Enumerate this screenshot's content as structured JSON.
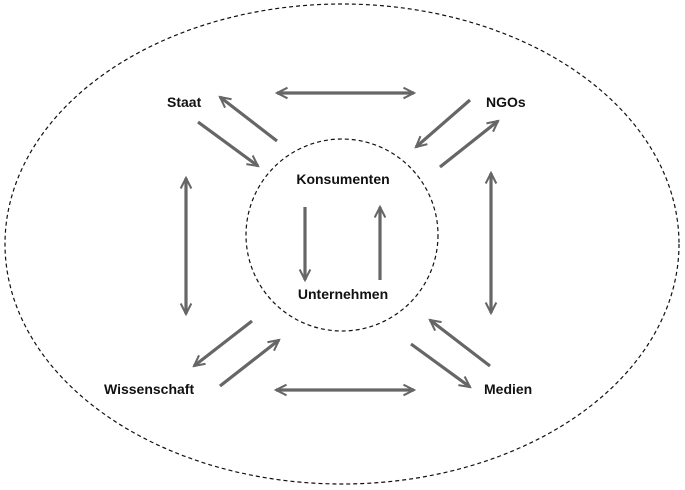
{
  "diagram": {
    "colors": {
      "ellipse_stroke": "#111111",
      "arrow": "#666666",
      "text": "#111111",
      "background": "#ffffff"
    },
    "nodes": {
      "staat": "Staat",
      "ngos": "NGOs",
      "konsumenten": "Konsumenten",
      "unternehmen": "Unternehmen",
      "wissenschaft": "Wissenschaft",
      "medien": "Medien"
    },
    "relations": [
      {
        "from": "Staat",
        "to": "NGOs",
        "direction": "both"
      },
      {
        "from": "Staat",
        "to": "Wissenschaft",
        "direction": "both"
      },
      {
        "from": "NGOs",
        "to": "Medien",
        "direction": "both"
      },
      {
        "from": "Wissenschaft",
        "to": "Medien",
        "direction": "both"
      },
      {
        "from": "Konsumenten",
        "to": "Unternehmen",
        "direction": "one-way"
      },
      {
        "from": "Unternehmen",
        "to": "Konsumenten",
        "direction": "one-way"
      },
      {
        "from": "Staat",
        "to": "Konsumenten",
        "direction": "one-way"
      },
      {
        "from": "Konsumenten",
        "to": "Staat",
        "direction": "one-way"
      },
      {
        "from": "NGOs",
        "to": "Konsumenten",
        "direction": "one-way"
      },
      {
        "from": "Konsumenten",
        "to": "NGOs",
        "direction": "one-way"
      },
      {
        "from": "Unternehmen",
        "to": "Wissenschaft",
        "direction": "one-way"
      },
      {
        "from": "Wissenschaft",
        "to": "Unternehmen",
        "direction": "one-way"
      },
      {
        "from": "Unternehmen",
        "to": "Medien",
        "direction": "one-way"
      },
      {
        "from": "Medien",
        "to": "Unternehmen",
        "direction": "one-way"
      }
    ]
  }
}
